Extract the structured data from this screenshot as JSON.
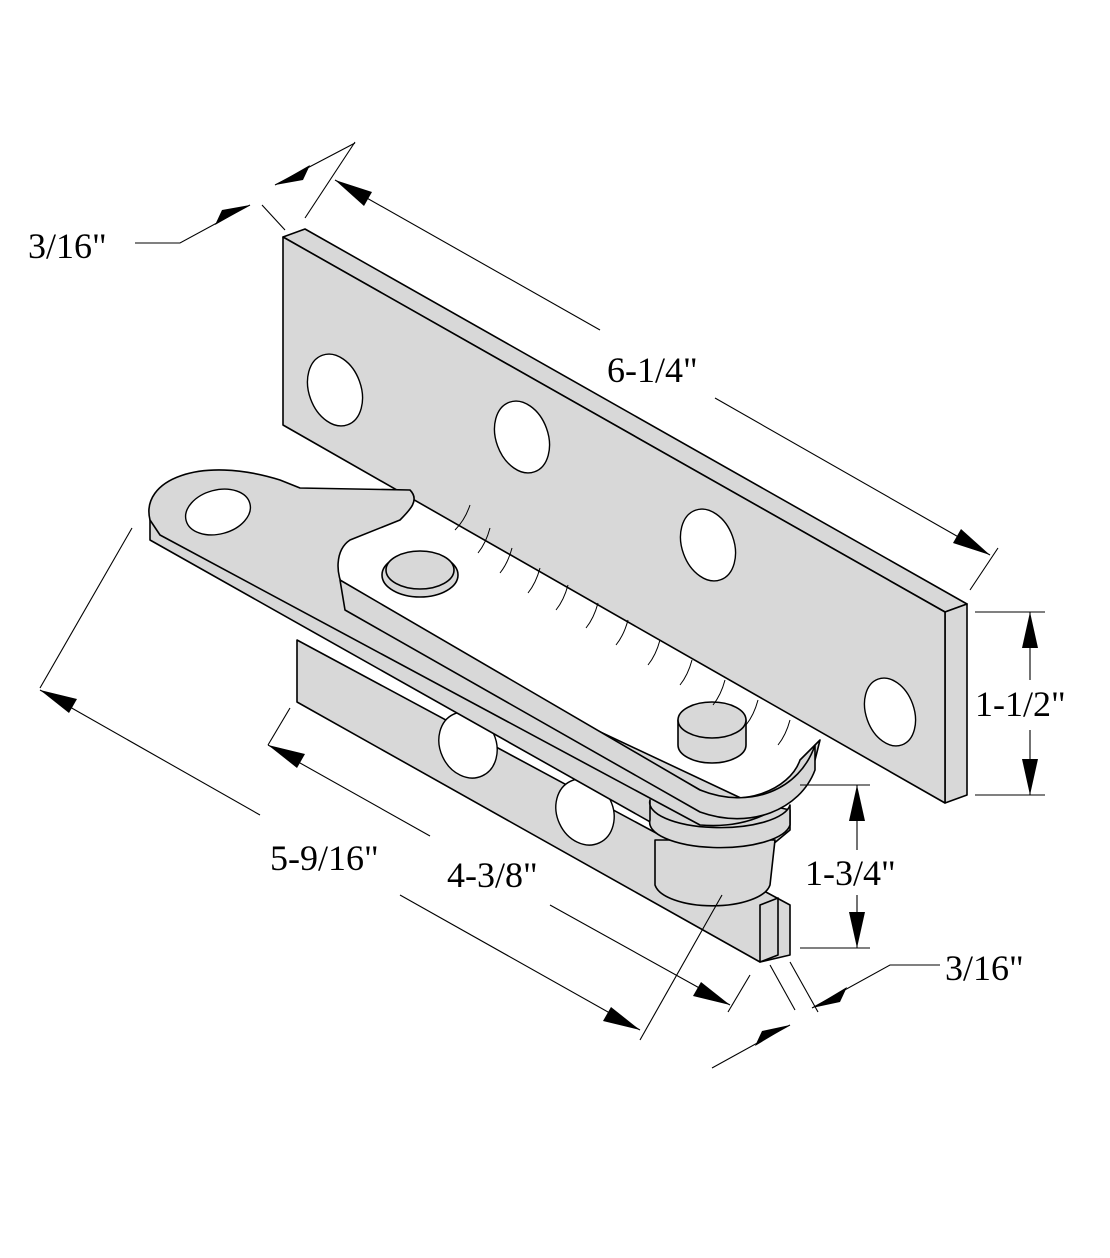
{
  "colors": {
    "part_fill": "#d8d8d8",
    "line": "#000000",
    "background": "#ffffff"
  },
  "dimensions": {
    "top_thickness": "3/16\"",
    "leaf_length": "6-1/4\"",
    "leaf_height": "1-1/2\"",
    "pivot_height": "1-3/4\"",
    "bottom_thickness": "3/16\"",
    "arm_length": "5-9/16\"",
    "lower_leaf_length": "4-3/8\""
  }
}
